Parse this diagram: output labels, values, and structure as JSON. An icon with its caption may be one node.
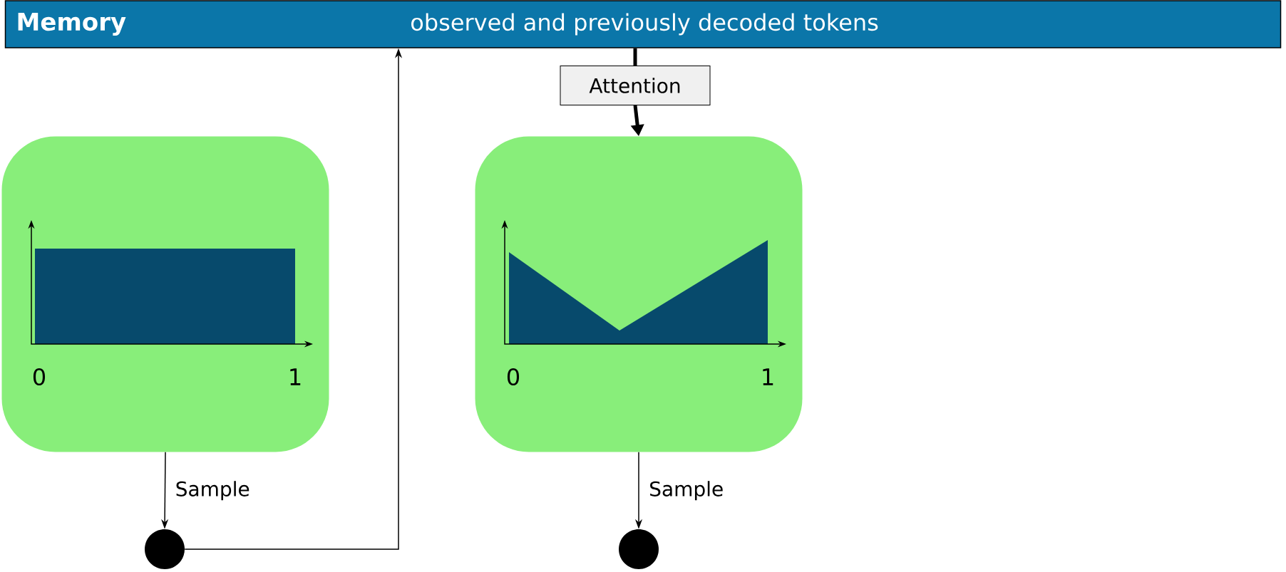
{
  "diagram": {
    "nodes": [
      {
        "text": [
          "Memory",
          "observed and previously decoded tokens"
        ]
      },
      {
        "text": [
          "Attention"
        ]
      },
      {
        "text": [],
        "shape": "box"
      },
      {
        "text": [],
        "shape": "box"
      },
      {
        "text": [],
        "shape": "circle"
      },
      {
        "text": [],
        "shape": "circle"
      }
    ],
    "edges": [
      {
        "from": 0,
        "to": 1,
        "arrow": "none",
        "style": "thick"
      },
      {
        "from": 1,
        "to": 3,
        "arrow": "to",
        "style": "thick"
      },
      {
        "from": 2,
        "to": 4,
        "arrow": "to",
        "label": "Sample"
      },
      {
        "from": 3,
        "to": 5,
        "arrow": "to",
        "label": "Sample"
      },
      {
        "from": 4,
        "to": 0,
        "arrow": "to"
      }
    ],
    "labels": [
      "0",
      "1",
      "0",
      "1"
    ]
  }
}
